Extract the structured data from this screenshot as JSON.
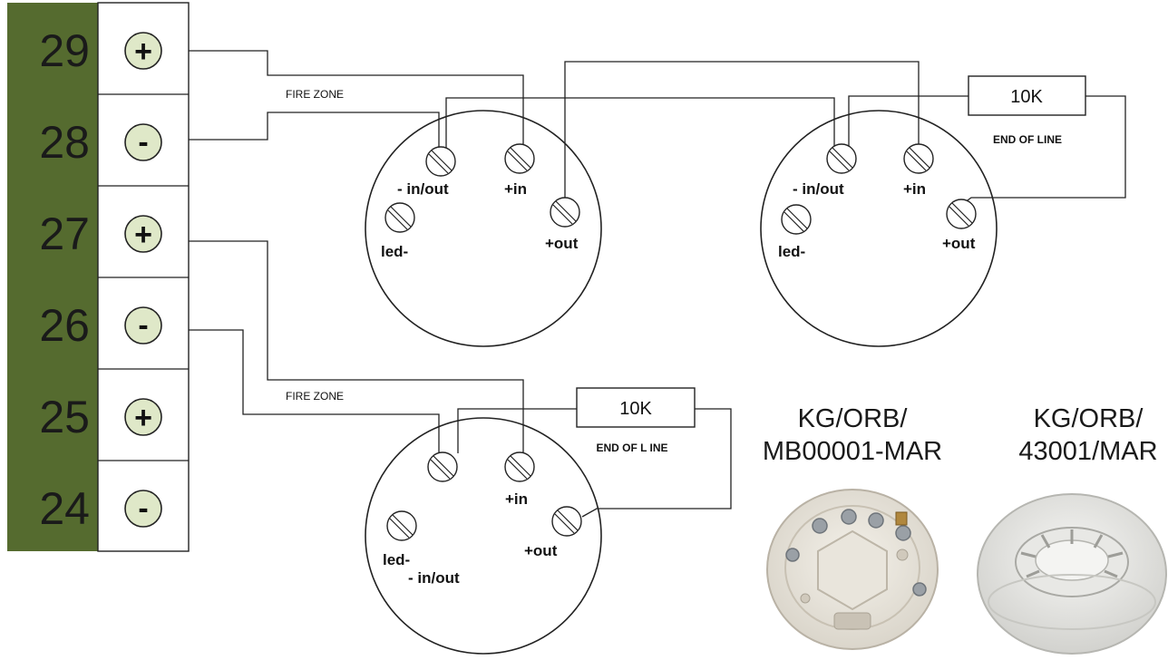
{
  "terminals": [
    {
      "num": "29",
      "sign": "+"
    },
    {
      "num": "28",
      "sign": "-"
    },
    {
      "num": "27",
      "sign": "+"
    },
    {
      "num": "26",
      "sign": "-"
    },
    {
      "num": "25",
      "sign": "+"
    },
    {
      "num": "24",
      "sign": "-"
    }
  ],
  "zone_labels": {
    "top": "FIRE ZONE",
    "bottom": "FIRE ZONE"
  },
  "bases": [
    {
      "neg": "- in/out",
      "pin": "+in",
      "pout": "+out",
      "led": "led-"
    },
    {
      "neg": "- in/out",
      "pin": "+in",
      "pout": "+out",
      "led": "led-"
    },
    {
      "neg": "- in/out",
      "pin": "+in",
      "pout": "+out",
      "led": "led-"
    }
  ],
  "resistors": [
    {
      "value": "10K",
      "note": "END OF LINE"
    },
    {
      "value": "10K",
      "note": "END OF L INE"
    }
  ],
  "products": [
    {
      "line1": "KG/ORB/",
      "line2": "MB00001-MAR"
    },
    {
      "line1": "KG/ORB/",
      "line2": "43001/MAR"
    }
  ],
  "colors": {
    "terminal_block": "#556b2f",
    "terminal_badge": "#dfe8c8"
  }
}
